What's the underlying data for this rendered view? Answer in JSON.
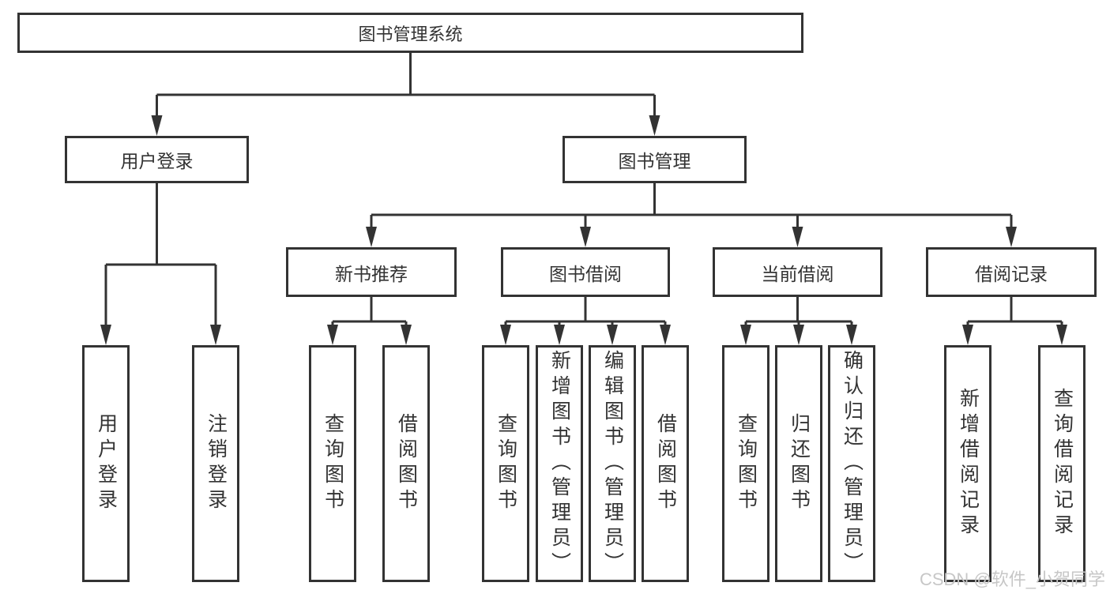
{
  "diagram": {
    "root": "图书管理系统",
    "watermark": "CSDN @软件_小贺同学",
    "colors": {
      "line": "#333333",
      "text": "#333333",
      "background": "#ffffff",
      "watermark": "#c7c7c7"
    },
    "level2": {
      "user_login": "用户登录",
      "book_management": "图书管理"
    },
    "level3": {
      "new_book_recommend": "新书推荐",
      "book_borrow": "图书借阅",
      "current_borrow": "当前借阅",
      "borrow_records": "借阅记录"
    },
    "leaves": {
      "user_login": "用户登录",
      "logout": "注销登录",
      "recommend_query_books": "查询图书",
      "recommend_borrow_books": "借阅图书",
      "borrow_query_books": "查询图书",
      "borrow_add_books_admin": "新增图书（管理员）",
      "borrow_edit_books_admin": "编辑图书（管理员）",
      "borrow_borrow_books": "借阅图书",
      "current_query_books": "查询图书",
      "current_return_books": "归还图书",
      "current_confirm_return_admin": "确认归还（管理员）",
      "records_add_record": "新增借阅记录",
      "records_query_record": "查询借阅记录"
    }
  }
}
